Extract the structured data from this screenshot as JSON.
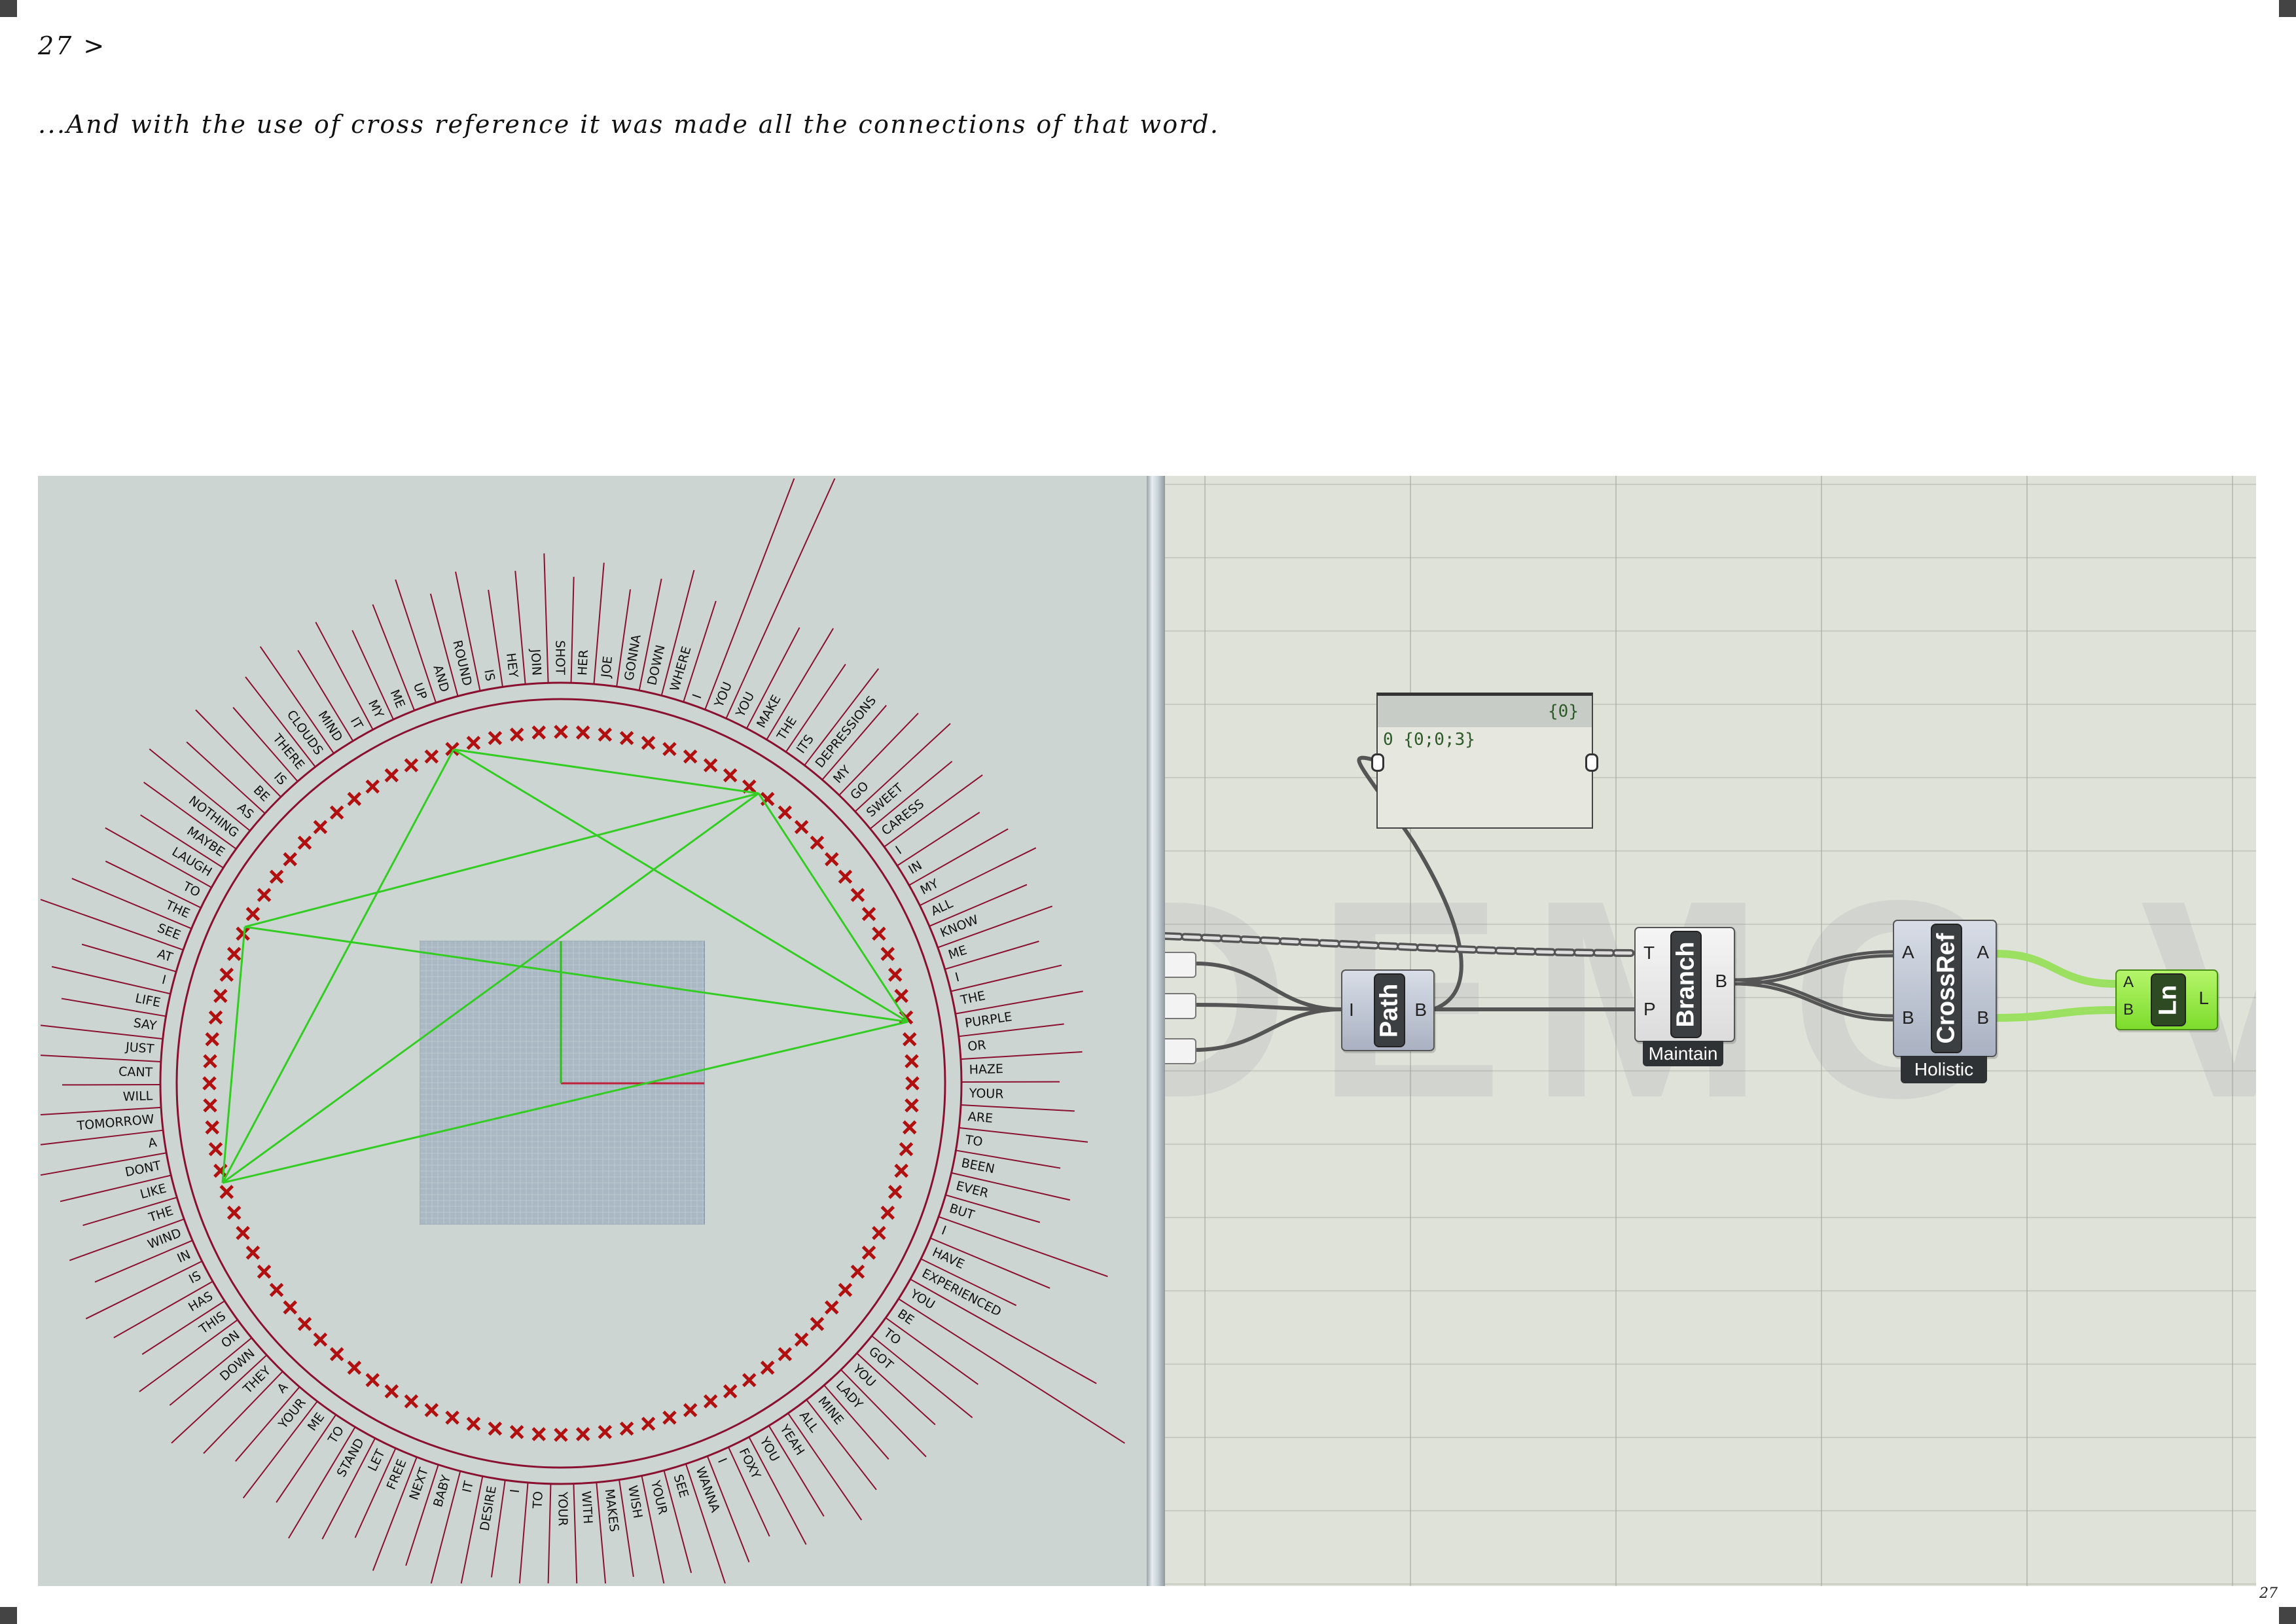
{
  "page": {
    "heading": "27 >",
    "caption": "...And with the use of cross reference it was made all the connections of that word.",
    "page_number": "27"
  },
  "viewport": {
    "words": [
      "IS",
      "HEY",
      "JOIN",
      "SHOT",
      "HER",
      "JOE",
      "GONNA",
      "DOWN",
      "WHERE",
      "I",
      "YOU",
      "YOU",
      "MAKE",
      "THE",
      "ITS",
      "DEPRESSIONS",
      "MY",
      "GO",
      "SWEET",
      "CARESS",
      "I",
      "IN",
      "MY",
      "ALL",
      "KNOW",
      "ME",
      "I",
      "THE",
      "PURPLE",
      "OR",
      "HAZE",
      "YOUR",
      "ARE",
      "TO",
      "BEEN",
      "EVER",
      "BUT",
      "I",
      "HAVE",
      "EXPERIENCED",
      "YOU",
      "BE",
      "TO",
      "GOT",
      "YOU",
      "LADY",
      "MINE",
      "ALL",
      "YEAH",
      "YOU",
      "FOXY",
      "I",
      "WANNA",
      "SEE",
      "YOUR",
      "WISH",
      "MAKES",
      "WITH",
      "YOUR",
      "TO",
      "I",
      "DESIRE",
      "IT",
      "BABY",
      "NEXT",
      "FREE",
      "LET",
      "STAND",
      "TO",
      "ME",
      "YOUR",
      "A",
      "THEY",
      "DOWN",
      "ON",
      "THIS",
      "HAS",
      "IS",
      "IN",
      "WIND",
      "THE",
      "LIKE",
      "DONT",
      "A",
      "TOMORROW",
      "WILL",
      "CANT",
      "JUST",
      "SAY",
      "LIFE",
      "I",
      "AT",
      "SEE",
      "THE",
      "TO",
      "LAUGH",
      "MAYBE",
      "NOTHING",
      "AS",
      "BE",
      "IS",
      "THERE",
      "CLOUDS",
      "MIND",
      "IT",
      "MY",
      "ME",
      "UP",
      "AND",
      "ROUND"
    ],
    "colors": {
      "ring": "#8a1030",
      "cross": "#b01010",
      "connection": "#33cc22"
    }
  },
  "canvas": {
    "watermark": "DEMO VERSION",
    "panel": {
      "header": "{0}",
      "row": "0 {0;0;3}"
    },
    "path_component": {
      "name": "Path",
      "input": "I",
      "output": "B"
    },
    "branch_component": {
      "name": "Branch",
      "input_t": "T",
      "input_p": "P",
      "output": "B",
      "tag": "Maintain"
    },
    "crossref_component": {
      "name": "CrossRef",
      "input_a": "A",
      "input_b": "B",
      "output_a": "A",
      "output_b": "B",
      "tag": "Holistic"
    },
    "line_component": {
      "name": "Ln",
      "input_a": "A",
      "input_b": "B",
      "output": "L"
    }
  }
}
